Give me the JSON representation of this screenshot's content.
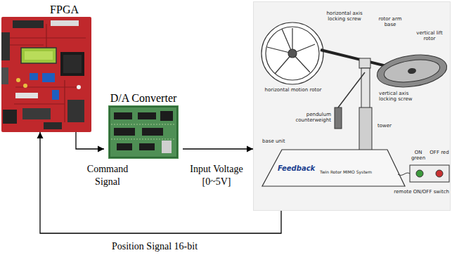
{
  "diagram": {
    "nodes": [
      {
        "text": [
          "FPGA"
        ]
      },
      {
        "text": [
          "D/A Converter"
        ]
      },
      {
        "text": [
          "horizontal motion rotor",
          "horizontal axis locking screw",
          "rotor arm base",
          "vertical lift rotor",
          "vertical axis locking screw",
          "pendulum counterweight",
          "tower",
          "base unit",
          "Feedback",
          "Twin Rotor MIMO System",
          "ON green",
          "OFF red",
          "remote ON/OFF switch"
        ]
      }
    ],
    "edges": [
      {
        "from": 0,
        "to": 1,
        "label": "Command Signal",
        "arrow": "to"
      },
      {
        "from": 1,
        "to": 2,
        "label": "Input Voltage [0~5V]",
        "arrow": "to"
      },
      {
        "from": 2,
        "to": 0,
        "label": "Position Signal 16-bit",
        "arrow": "to"
      }
    ]
  }
}
